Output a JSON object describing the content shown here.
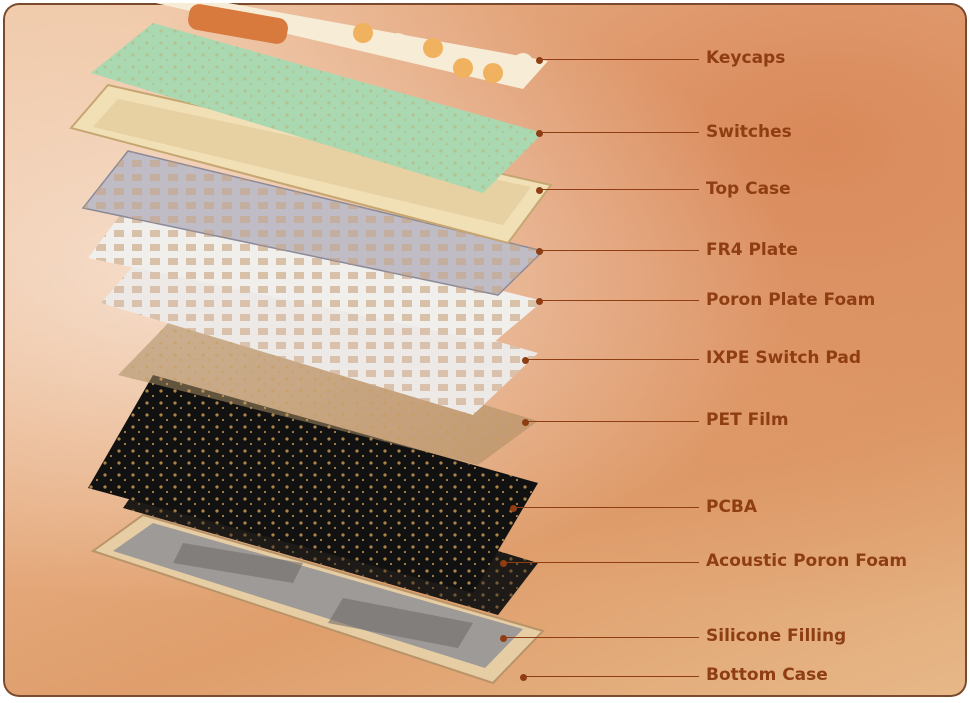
{
  "diagram": {
    "layers": [
      {
        "id": "keycaps",
        "label": "Keycaps"
      },
      {
        "id": "switches",
        "label": "Switches"
      },
      {
        "id": "top-case",
        "label": "Top Case"
      },
      {
        "id": "fr4-plate",
        "label": "FR4 Plate"
      },
      {
        "id": "poron-plate-foam",
        "label": "Poron Plate Foam"
      },
      {
        "id": "ixpe-switch-pad",
        "label": "IXPE Switch Pad"
      },
      {
        "id": "pet-film",
        "label": "PET Film"
      },
      {
        "id": "pcba",
        "label": "PCBA"
      },
      {
        "id": "acoustic-poron-foam",
        "label": "Acoustic Poron Foam"
      },
      {
        "id": "silicone-filling",
        "label": "Silicone Filling"
      },
      {
        "id": "bottom-case",
        "label": "Bottom Case"
      }
    ]
  }
}
